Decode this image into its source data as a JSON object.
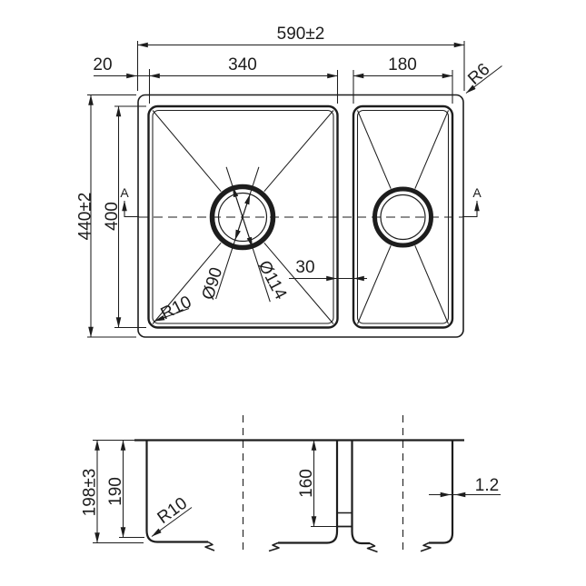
{
  "drawing": {
    "kind": "sink-technical-drawing",
    "background": "#ffffff",
    "line_color": "#1d1d1d",
    "top_view": {
      "dims": {
        "overall_width": "590±2",
        "rim_offset": "20",
        "main_bowl_width": "340",
        "second_bowl_width": "180",
        "top_corner_radius": "R6",
        "overall_length": "440±2",
        "bowl_length": "400",
        "drain_hole_diameter": "Ø90",
        "drain_flange_diameter": "Ø114",
        "bowl_gap": "30",
        "bowl_corner_radius": "R10"
      },
      "section_markers": {
        "left": "A",
        "right": "A"
      }
    },
    "section_view": {
      "dims": {
        "overall_depth": "198±3",
        "bowl_depth": "190",
        "divider_depth": "160",
        "wall_thickness": "1.2",
        "bottom_corner_radius": "R10"
      }
    }
  }
}
